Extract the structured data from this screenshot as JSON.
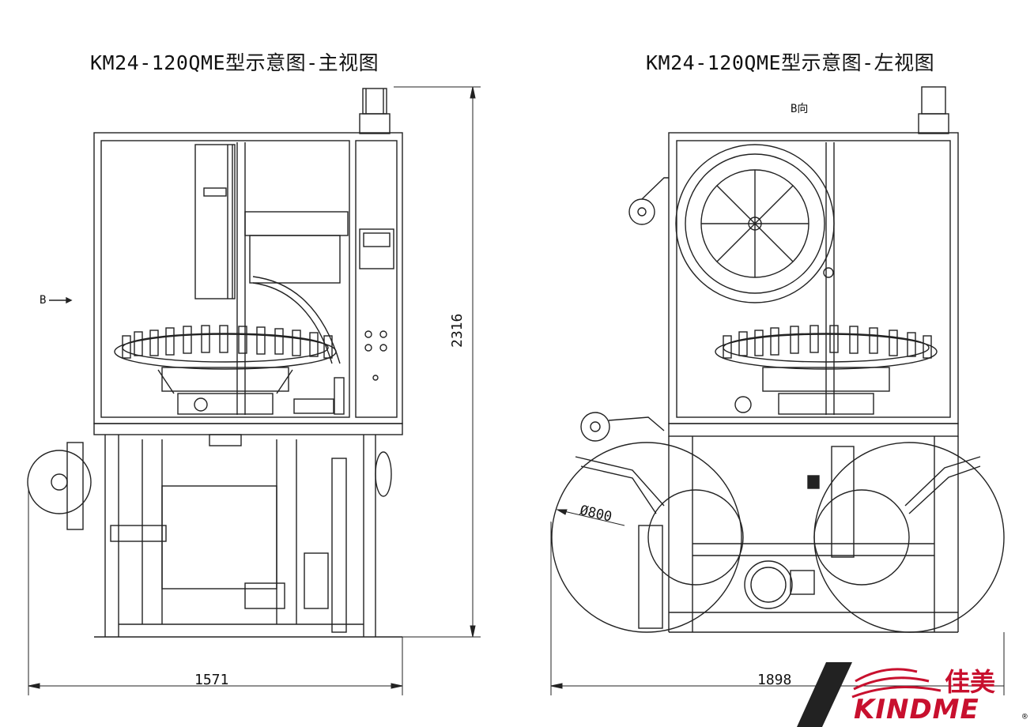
{
  "front_view": {
    "title": "KM24-120QME型示意图-主视图",
    "width_dimension": "1571",
    "height_dimension": "2316",
    "direction_marker": "B"
  },
  "side_view": {
    "title": "KM24-120QME型示意图-左视图",
    "width_dimension": "1898",
    "view_label": "B向",
    "diameter_label": "Ø800"
  },
  "brand": {
    "name_cn": "佳美",
    "wordmark": "KINDME",
    "registered_mark": "®",
    "color": "#c8102e"
  }
}
